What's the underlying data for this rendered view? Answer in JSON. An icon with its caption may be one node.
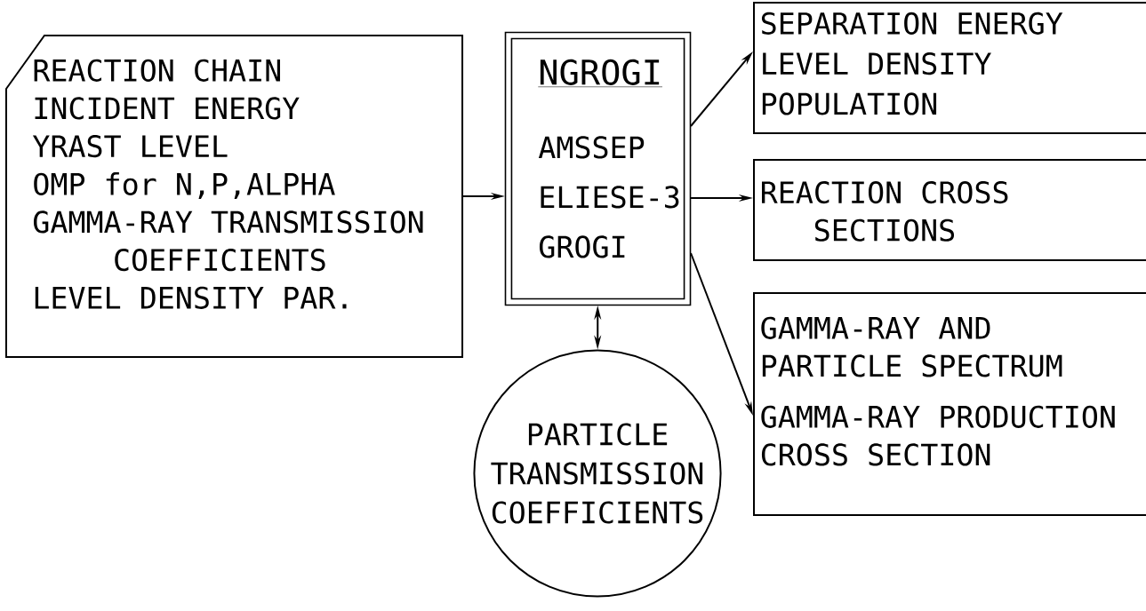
{
  "diagram": {
    "nodes": [
      {
        "text": [
          "REACTION CHAIN",
          "INCIDENT ENERGY",
          "YRAST LEVEL",
          "OMP for N,P,ALPHA",
          "GAMMA-RAY TRANSMISSION COEFFICIENTS",
          "LEVEL DENSITY PAR."
        ]
      },
      {
        "text": [
          "NGROGI",
          "AMSSEP",
          "ELIESE-3",
          "GROGI"
        ]
      },
      {
        "text": [
          "SEPARATION ENERGY",
          "LEVEL DENSITY",
          "POPULATION"
        ]
      },
      {
        "text": [
          "REACTION CROSS SECTIONS"
        ]
      },
      {
        "text": [
          "GAMMA-RAY AND PARTICLE SPECTRUM",
          "GAMMA-RAY PRODUCTION CROSS SECTION"
        ]
      },
      {
        "text": [
          "PARTICLE TRANSMISSION COEFFICIENTS"
        ]
      }
    ],
    "edges": [
      {
        "from": 0,
        "to": 1,
        "arrow": "to"
      },
      {
        "from": 1,
        "to": 2,
        "arrow": "to"
      },
      {
        "from": 1,
        "to": 3,
        "arrow": "to"
      },
      {
        "from": 1,
        "to": 4,
        "arrow": "to"
      },
      {
        "from": 1,
        "to": 5,
        "arrow": "both"
      }
    ]
  }
}
